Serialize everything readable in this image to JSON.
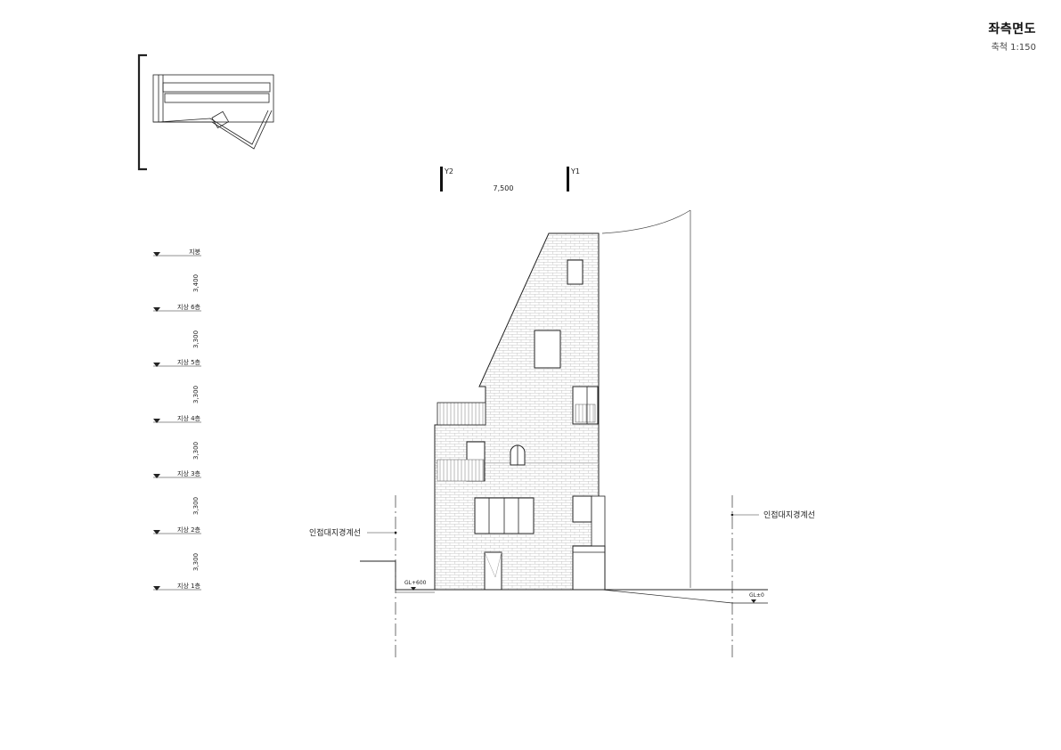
{
  "sheet": {
    "title": "좌측면도",
    "scale": "축척 1:150"
  },
  "grid_axes": {
    "left": "Y2",
    "right": "Y1",
    "span": "7,500"
  },
  "levels": [
    {
      "id": "roof",
      "label": "지붕",
      "height_below": "3,400"
    },
    {
      "id": "f6",
      "label": "지상 6층",
      "height_below": "3,300"
    },
    {
      "id": "f5",
      "label": "지상 5층",
      "height_below": "3,300"
    },
    {
      "id": "f4",
      "label": "지상 4층",
      "height_below": "3,300"
    },
    {
      "id": "f3",
      "label": "지상 3층",
      "height_below": "3,300"
    },
    {
      "id": "f2",
      "label": "지상 2층",
      "height_below": "3,300"
    },
    {
      "id": "f1",
      "label": "지상 1층",
      "height_below": null
    }
  ],
  "boundaries": {
    "left_label": "인접대지경계선",
    "right_label": "인접대지경계선"
  },
  "ground_marks": {
    "left": "GL+600",
    "right": "GL±0"
  },
  "colors": {
    "line": "#222222",
    "brick": "#bdbdbd",
    "hatch": "#8c8c8c",
    "dim": "#555555"
  }
}
